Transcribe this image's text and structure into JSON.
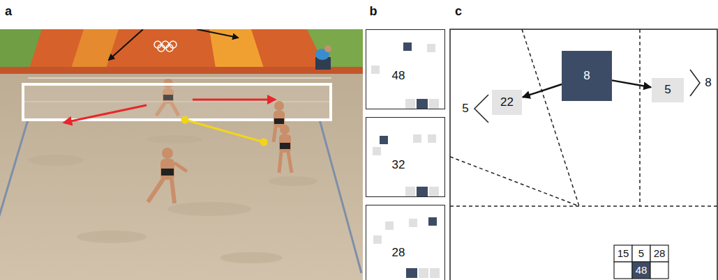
{
  "diagram": {
    "nodes": [
      {
        "text": [
          "48"
        ]
      },
      {
        "text": [
          "32"
        ]
      },
      {
        "text": [
          "28"
        ]
      },
      {
        "text": [
          "8"
        ]
      },
      {
        "text": [
          "22"
        ]
      },
      {
        "text": [
          "5"
        ]
      }
    ],
    "edges": [
      {
        "from": 3,
        "to": 4,
        "arrow": "to"
      },
      {
        "from": 3,
        "to": 5,
        "arrow": "to"
      }
    ],
    "labels": [
      "a",
      "b",
      "c",
      "5",
      "8",
      "15",
      "5",
      "28",
      "48"
    ]
  }
}
